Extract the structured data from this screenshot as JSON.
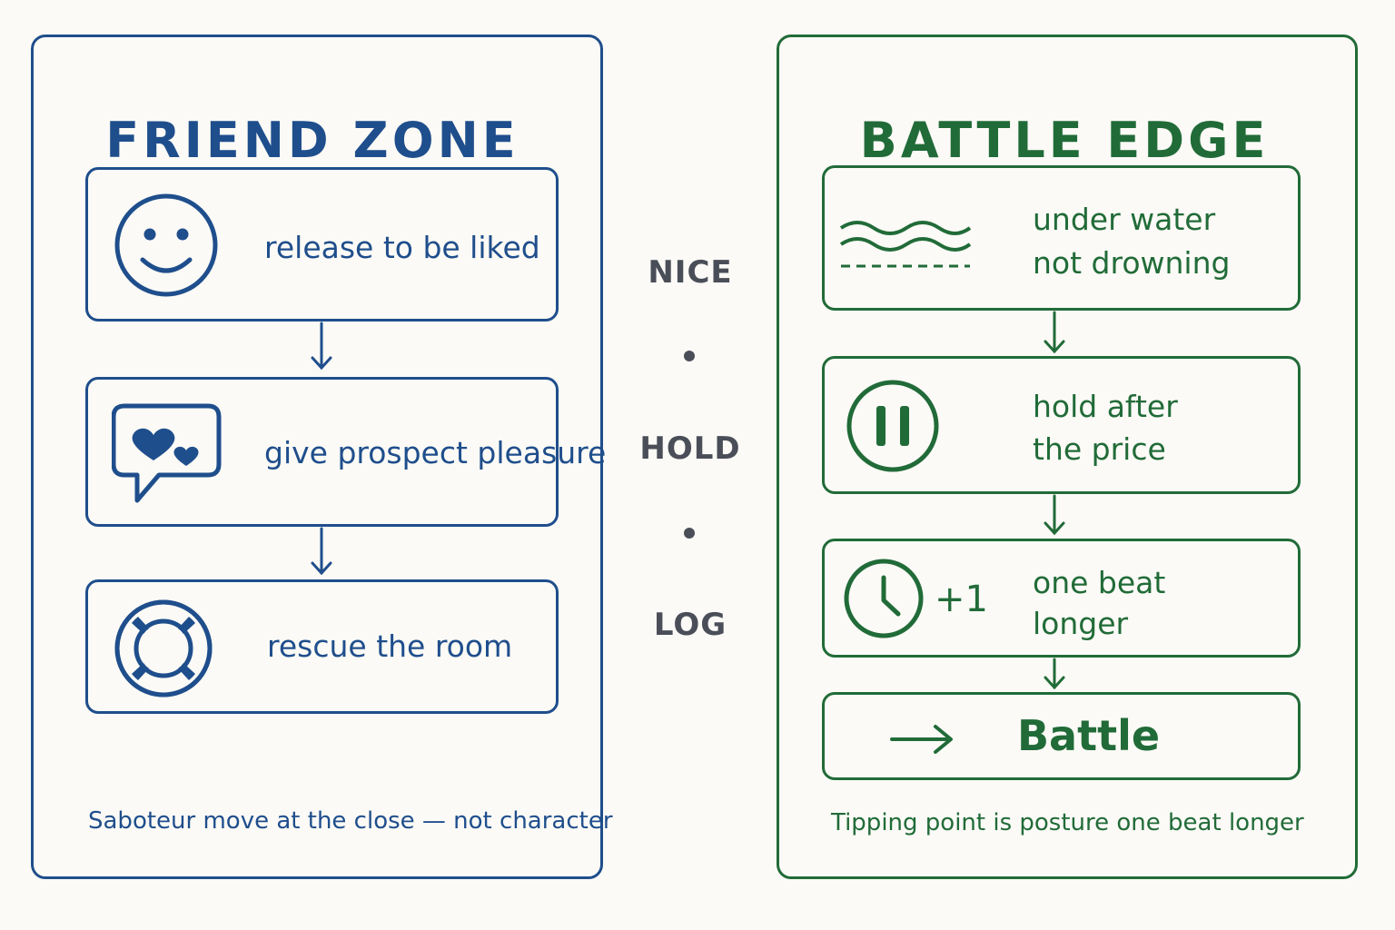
{
  "friend_zone": {
    "title": "FRIEND ZONE",
    "steps": [
      {
        "icon": "smiley-face-icon",
        "label": "release to be liked"
      },
      {
        "icon": "hearts-speech-bubble-icon",
        "label": "give prospect pleasure"
      },
      {
        "icon": "life-ring-icon",
        "label": "rescue the room"
      }
    ],
    "footer": "Saboteur move at the close — not character"
  },
  "middle": {
    "labels": [
      "NICE",
      "HOLD",
      "LOG"
    ]
  },
  "battle_edge": {
    "title": "BATTLE EDGE",
    "steps": [
      {
        "icon": "waves-icon",
        "line1": "under water",
        "line2": "not drowning"
      },
      {
        "icon": "pause-icon",
        "line1": "hold after",
        "line2": "the price"
      },
      {
        "icon": "clock-icon",
        "badge": "+1",
        "line1": "one beat",
        "line2": "longer"
      },
      {
        "icon": "right-arrow-icon",
        "label": "Battle"
      }
    ],
    "footer": "Tipping point is posture one beat longer"
  },
  "colors": {
    "friend": "#1f4e8c",
    "battle": "#216b38",
    "middle": "#4a4e58",
    "background": "#fbfaf6"
  }
}
